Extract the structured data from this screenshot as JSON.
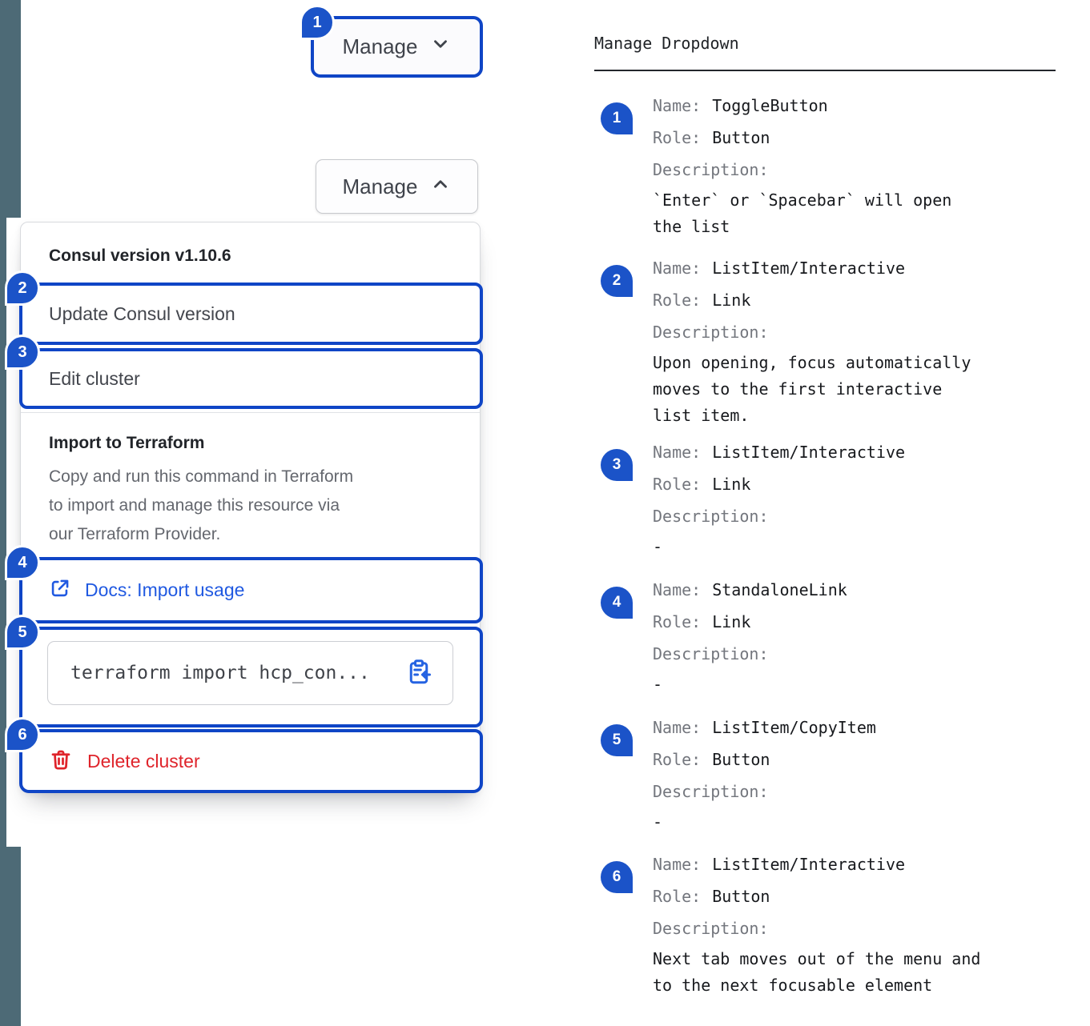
{
  "figure": {
    "toggle_button_collapsed": {
      "label": "Manage",
      "badge": "1"
    },
    "toggle_button_expanded": {
      "label": "Manage"
    },
    "menu": {
      "version_label": "Consul version v1.10.6",
      "update_item": {
        "badge": "2",
        "label": "Update Consul version"
      },
      "edit_item": {
        "badge": "3",
        "label": "Edit cluster"
      },
      "import_section": {
        "title": "Import to Terraform",
        "description": "Copy and run this command in Terraform\nto import and manage this resource via\nour Terraform Provider.",
        "docs_link": {
          "badge": "4",
          "label": "Docs: Import usage"
        },
        "code_item": {
          "badge": "5",
          "code": "terraform import hcp_con..."
        },
        "delete_item": {
          "badge": "6",
          "label": "Delete cluster"
        }
      }
    }
  },
  "panel": {
    "title": "Manage Dropdown",
    "labels": {
      "name": "Name:",
      "role": "Role:",
      "description": "Description:"
    },
    "items": [
      {
        "num": "1",
        "name": "ToggleButton",
        "role": "Button",
        "description": "`Enter` or `Spacebar` will open\nthe list"
      },
      {
        "num": "2",
        "name": "ListItem/Interactive",
        "role": "Link",
        "description": "Upon opening, focus automatically\nmoves to the first interactive\nlist item."
      },
      {
        "num": "3",
        "name": "ListItem/Interactive",
        "role": "Link",
        "description": "-"
      },
      {
        "num": "4",
        "name": "StandaloneLink",
        "role": "Link",
        "description": "-"
      },
      {
        "num": "5",
        "name": "ListItem/CopyItem",
        "role": "Button",
        "description": "-"
      },
      {
        "num": "6",
        "name": "ListItem/Interactive",
        "role": "Button",
        "description": "Next tab moves out of the menu and\nto the next focusable element"
      }
    ]
  },
  "icons": {
    "chevron_down": "chevron-down",
    "chevron_up": "chevron-up",
    "external_link": "external-link",
    "clipboard_copy": "clipboard-copy",
    "trash": "trash"
  },
  "colors": {
    "badge_blue": "#1b53c8",
    "focus_ring_blue": "#0f45c6",
    "link_blue": "#2059e1",
    "danger_red": "#df242b",
    "sidebar_strip": "#4d6a76"
  }
}
